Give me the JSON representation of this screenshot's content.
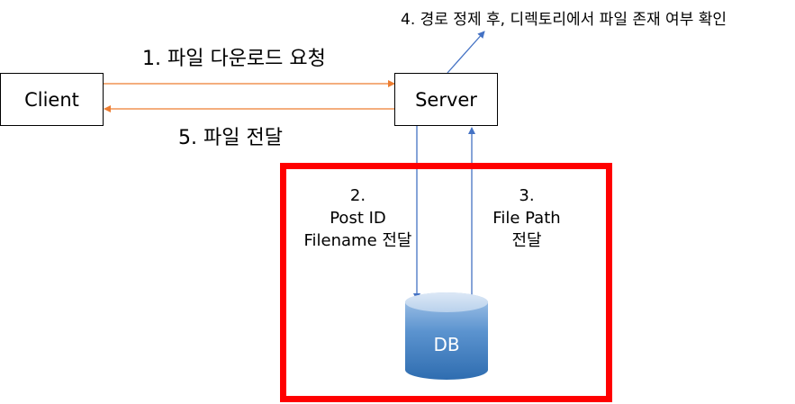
{
  "nodes": {
    "client": "Client",
    "server": "Server",
    "db": "DB"
  },
  "steps": {
    "step1": "1. 파일 다운로드 요청",
    "step2_line1": "2.",
    "step2_line2": "Post ID",
    "step2_line3": "Filename 전달",
    "step3_line1": "3.",
    "step3_line2": "File Path",
    "step3_line3": "전달",
    "step4": "4. 경로 정제 후, 디렉토리에서 파일 존재 여부 확인",
    "step5": "5. 파일 전달"
  },
  "colors": {
    "request_arrow": "#ed7d31",
    "db_arrow": "#4472c4",
    "highlight_frame": "#ff0000",
    "db_fill": "#4a86c5"
  }
}
